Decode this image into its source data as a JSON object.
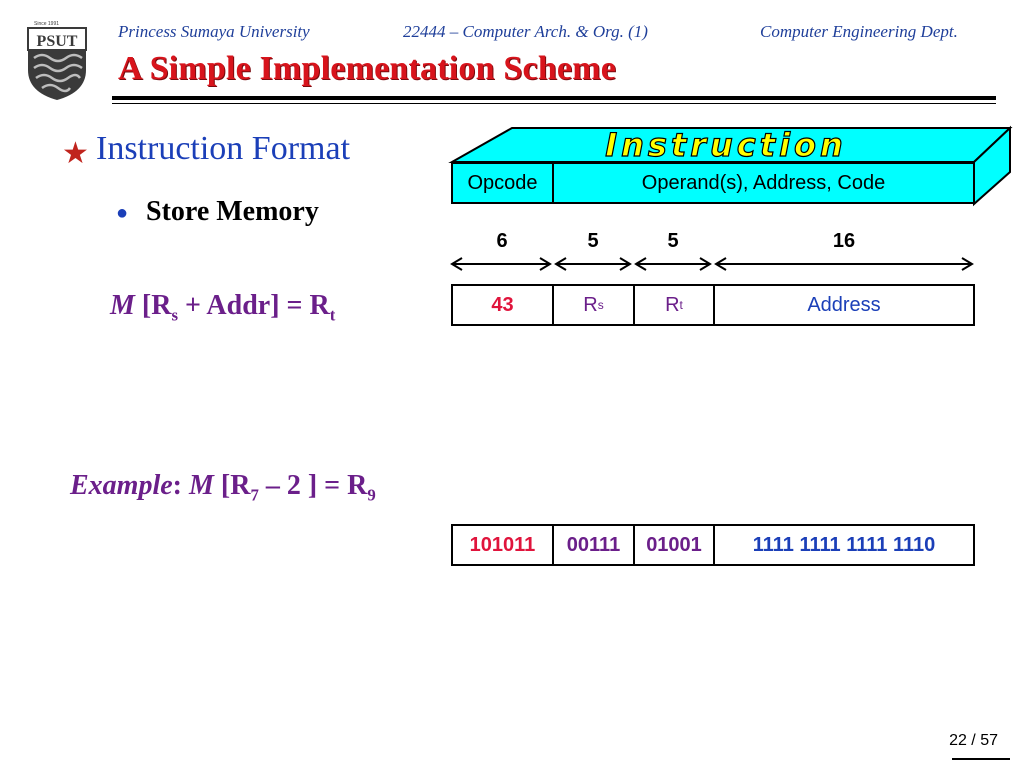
{
  "header": {
    "logo_text": "PSUT",
    "logo_since": "Since 1991",
    "university": "Princess Sumaya University",
    "course": "22444 – Computer Arch. & Org. (1)",
    "department": "Computer Engineering Dept.",
    "title": "A Simple Implementation Scheme"
  },
  "content": {
    "heading": "Instruction Format",
    "bullet": "Store Memory",
    "formula": {
      "m": "M",
      "pre": " [R",
      "sub1": "s",
      "mid": " + Addr] = R",
      "sub2": "t"
    },
    "example": {
      "label": "Example",
      "colon": ": ",
      "m": "M",
      "pre": " [R",
      "sub1": "7",
      "mid": " – 2 ] = R",
      "sub2": "9"
    }
  },
  "diagram": {
    "instruction_label": "Instruction",
    "top_row": {
      "opcode": "Opcode",
      "operands": "Operand(s), Address, Code"
    },
    "bit_widths": [
      "6",
      "5",
      "5",
      "16"
    ],
    "fields": {
      "op": "43",
      "rs": "R",
      "rs_sub": "s",
      "rt": "R",
      "rt_sub": "t",
      "addr": "Address"
    },
    "example_row": [
      "101011",
      "00111",
      "01001",
      "1111 1111 1111 1110"
    ],
    "colors": {
      "red": "#e0143c",
      "purple": "#6b1f8a",
      "blue": "#1b3fb8",
      "cyan": "#00ffff"
    }
  },
  "footer": {
    "page": "22 / 57"
  }
}
